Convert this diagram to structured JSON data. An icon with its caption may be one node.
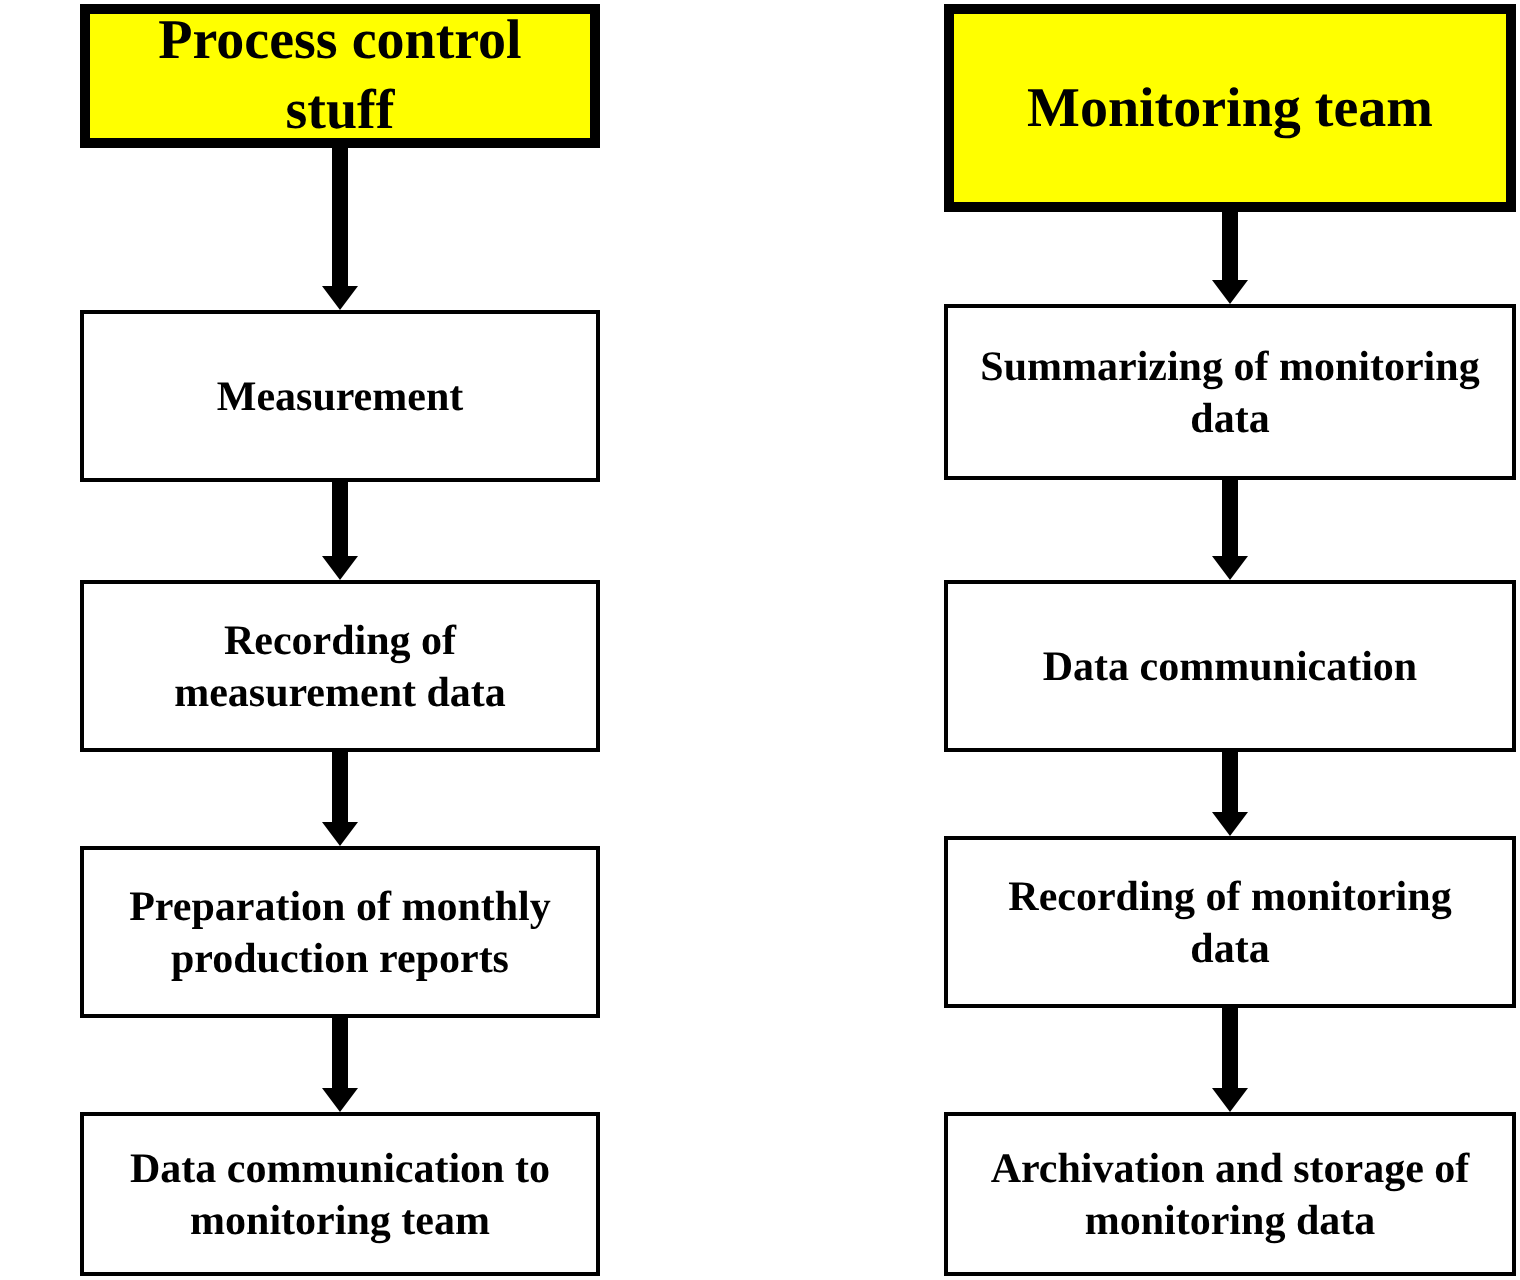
{
  "diagram": {
    "nodes": [
      {
        "text": [
          "Process control stuff"
        ]
      },
      {
        "text": [
          "Measurement"
        ]
      },
      {
        "text": [
          "Recording of measurement data"
        ]
      },
      {
        "text": [
          "Preparation of monthly production reports"
        ]
      },
      {
        "text": [
          "Data communication to monitoring team"
        ]
      },
      {
        "text": [
          "Monitoring team"
        ]
      },
      {
        "text": [
          "Summarizing of monitoring data"
        ]
      },
      {
        "text": [
          "Data communication"
        ]
      },
      {
        "text": [
          "Recording of monitoring data"
        ]
      },
      {
        "text": [
          "Archivation and storage of monitoring data"
        ]
      }
    ],
    "edges": [
      {
        "from": 0,
        "to": 1,
        "arrow": "to"
      },
      {
        "from": 1,
        "to": 2,
        "arrow": "to"
      },
      {
        "from": 2,
        "to": 3,
        "arrow": "to"
      },
      {
        "from": 3,
        "to": 4,
        "arrow": "to"
      },
      {
        "from": 5,
        "to": 6,
        "arrow": "to"
      },
      {
        "from": 6,
        "to": 7,
        "arrow": "to"
      },
      {
        "from": 7,
        "to": 8,
        "arrow": "to"
      },
      {
        "from": 8,
        "to": 9,
        "arrow": "to"
      }
    ]
  }
}
